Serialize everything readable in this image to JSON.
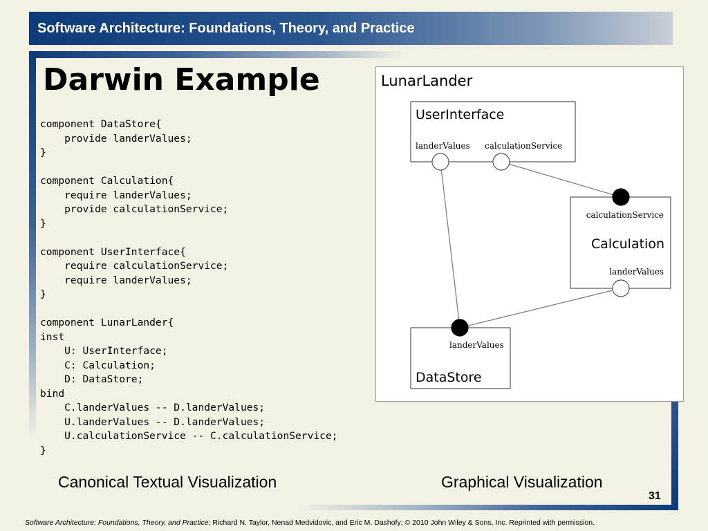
{
  "header": {
    "banner_title": "Software Architecture: Foundations, Theory, and Practice"
  },
  "slide": {
    "title": "Darwin Example",
    "page_number": "31"
  },
  "code_lines": [
    "component DataStore{",
    "    provide landerValues;",
    "}",
    "",
    "component Calculation{",
    "    require landerValues;",
    "    provide calculationService;",
    "}",
    "",
    "component UserInterface{",
    "    require calculationService;",
    "    require landerValues;",
    "}",
    "",
    "component LunarLander{",
    "inst",
    "    U: UserInterface;",
    "    C: Calculation;",
    "    D: DataStore;",
    "bind",
    "    C.landerValues -- D.landerValues;",
    "    U.landerValues -- D.landerValues;",
    "    U.calculationService -- C.calculationService;",
    "}"
  ],
  "captions": {
    "left": "Canonical Textual Visualization",
    "right": "Graphical Visualization"
  },
  "diagram": {
    "title": "LunarLander",
    "components": {
      "user_interface": {
        "name": "UserInterface",
        "port_lander_values": "landerValues",
        "port_calculation_service": "calculationService"
      },
      "calculation": {
        "name": "Calculation",
        "port_calculation_service": "calculationService",
        "port_lander_values": "landerValues"
      },
      "data_store": {
        "name": "DataStore",
        "port_lander_values": "landerValues"
      }
    },
    "colors": {
      "provided_port": "#000000",
      "required_port": "#ffffff",
      "link": "#808080",
      "box_border": "#555555"
    }
  },
  "footer": {
    "book_title": "Software Architecture: Foundations, Theory, and Practice",
    "credits": "; Richard N. Taylor, Nenad Medvidovic, and Eric M. Dashofy; © 2010 John Wiley & Sons, Inc. Reprinted with permission."
  }
}
